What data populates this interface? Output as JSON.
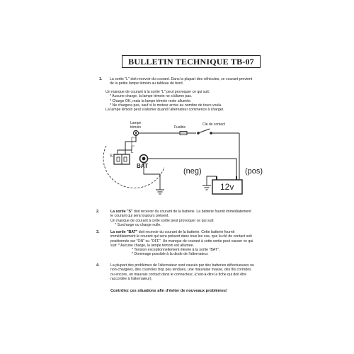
{
  "title": "BULLETIN TECHNIQUE TB-07",
  "section1": {
    "number": "1.",
    "lines": [
      "La sortie \"L\" doit recevoir du courant. Dans la plupart des véhicules, ce courant provient",
      "de la petite lampe témoin au tableau de bord."
    ],
    "lines2": [
      "Un manque de courant à la sortie \"L\" peut provoquer ce qui suit:",
      "* Aucune charge, la lampe témoin ne s'allume pas.",
      "* Charge OK, mais la lampe témoin reste allumée.",
      "* Ne chargera pas, sauf si le moteur arrive au nombre de tours voulu.",
      "La lampe témoin peut s'allumer quand l'alternateur commence à charger."
    ]
  },
  "diagram": {
    "lampe_label": "Lampe",
    "temoin_label": "témoin",
    "fusible_label": "Fusible",
    "cle_label": "Clé de contact",
    "s_label": "S",
    "l_label": "L",
    "bat_label": "BAT",
    "neg_label": "(neg)",
    "pos_label": "(pos)",
    "battery_label": "12v"
  },
  "section2": {
    "number": "2.",
    "lead": "La sortie \"S\"",
    "lines": [
      " doit recevoir du courant de la batterie. La batterie fournit immédiatement",
      "le courant qui sera toujours présent.",
      "Un manque de courant à cette sortie peut provoquer ce qui suit:",
      "* Surcharge ou charge nulle."
    ]
  },
  "section3": {
    "number": "3.",
    "lead": "La sortie \"BAT\"",
    "lines": [
      " doit recevoir du courant de la batterie. Cette batterie fournit",
      "immédiatement le courant qui sera présent dans tous les cas, que la clé de contact soit",
      "positionnée sur \"ON\" ou \"OFF\". Un manque de courant à cette sortie peut causer ce qui",
      "suit:   * Aucune charge, la lampe témoin est allumée.",
      "* Tension exceptionnellement élevée à la sortie \"BAT\".",
      "* Dommage possible à la diode de l'alternateur."
    ]
  },
  "section4": {
    "number": "4.",
    "lines": [
      "La plupart des problèmes de l'alternateur sont causés par des batteries défectueuses ou",
      "non-chargées, des courroies trop peu tendues, une mauvaise masse, des fils corrodés",
      "ou encore, un mauvais contact dans le connecteur, (c'est-à-dire la fiche qui doit être",
      "raccordée à l'alternateur)."
    ]
  },
  "conclusion": "Contrôlez ces situations afin d'éviter de nouveaux problèmes!"
}
